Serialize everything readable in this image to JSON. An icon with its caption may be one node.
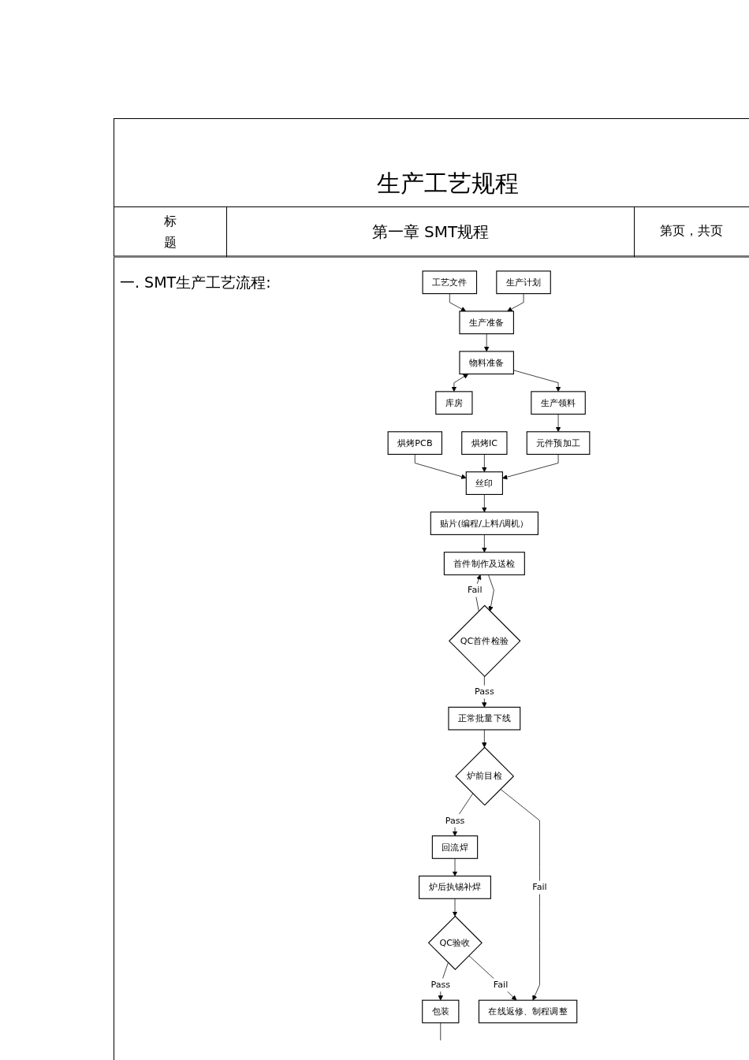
{
  "diagram": {
    "title": "生产工艺规程",
    "nodes": [
      {
        "text": [
          "生产计划"
        ]
      },
      {
        "text": [
          "工艺文件"
        ]
      },
      {
        "text": [
          "生产准备"
        ]
      },
      {
        "text": [
          "物料准备"
        ]
      },
      {
        "text": [
          "库房"
        ]
      },
      {
        "text": [
          "生产领料"
        ]
      },
      {
        "text": [
          "元件预加工"
        ]
      },
      {
        "text": [
          "烘烤IC"
        ]
      },
      {
        "text": [
          "烘烤PCB"
        ]
      },
      {
        "text": [
          "丝印"
        ]
      },
      {
        "text": [
          "贴片(编程/上料/调机）"
        ]
      },
      {
        "text": [
          "首件制作及送检"
        ]
      },
      {
        "text": [
          "QC首件检验"
        ]
      },
      {
        "text": [
          "正常批量下线"
        ]
      },
      {
        "text": [
          "炉前目检"
        ]
      },
      {
        "text": [
          "回流焊"
        ]
      },
      {
        "text": [
          "炉后执锡补焊"
        ]
      },
      {
        "text": [
          "QC验收"
        ]
      },
      {
        "text": [
          "包装"
        ]
      },
      {
        "text": [
          "在线返修、制程调整"
        ]
      }
    ],
    "edges": [
      {
        "from": 0,
        "to": 2,
        "arrow": "to"
      },
      {
        "from": 1,
        "to": 2,
        "arrow": "to"
      },
      {
        "from": 2,
        "to": 3,
        "arrow": "to"
      },
      {
        "from": 3,
        "to": 4,
        "arrow": "both"
      },
      {
        "from": 3,
        "to": 5,
        "arrow": "to"
      },
      {
        "from": 5,
        "to": 6,
        "arrow": "to"
      },
      {
        "from": 6,
        "to": 9,
        "arrow": "to"
      },
      {
        "from": 7,
        "to": 9,
        "arrow": "to"
      },
      {
        "from": 8,
        "to": 9,
        "arrow": "to"
      },
      {
        "from": 9,
        "to": 10,
        "arrow": "to"
      },
      {
        "from": 10,
        "to": 11,
        "arrow": "to"
      },
      {
        "from": 11,
        "to": 12,
        "arrow": "to"
      },
      {
        "from": 12,
        "to": 11,
        "label": "Fail",
        "arrow": "to"
      },
      {
        "from": 12,
        "to": 13,
        "label": "Pass",
        "arrow": "to"
      },
      {
        "from": 13,
        "to": 14,
        "arrow": "to"
      },
      {
        "from": 14,
        "to": 15,
        "label": "Pass",
        "arrow": "to"
      },
      {
        "from": 14,
        "to": 19,
        "label": "Fail",
        "arrow": "to"
      },
      {
        "from": 15,
        "to": 16,
        "arrow": "to"
      },
      {
        "from": 16,
        "to": 17,
        "arrow": "to"
      },
      {
        "from": 17,
        "to": 19,
        "label": "Fail",
        "arrow": "to"
      },
      {
        "from": 17,
        "to": 18,
        "label": "Pass",
        "arrow": "to"
      },
      {
        "from": 18,
        "to": null,
        "arrow": "none"
      }
    ],
    "labels": [
      "标题",
      "第一章 SMT规程",
      "第页，共页",
      "一. SMT生产工艺流程:"
    ]
  }
}
